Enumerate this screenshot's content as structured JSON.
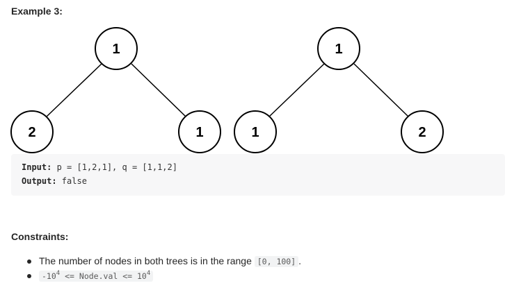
{
  "example": {
    "heading": "Example 3:"
  },
  "tree_p": {
    "root": "1",
    "left": "2",
    "right": "1"
  },
  "tree_q": {
    "root": "1",
    "left": "1",
    "right": "2"
  },
  "code": {
    "input_label": "Input:",
    "input_value": " p = [1,2,1], q = [1,1,2]",
    "output_label": "Output:",
    "output_value": " false"
  },
  "constraints": {
    "heading": "Constraints:",
    "item1_text": "The number of nodes in both trees is in the range ",
    "item1_code": "[0, 100]",
    "item1_suffix": ".",
    "item2_base1": "-10",
    "item2_exp1": "4",
    "item2_mid": " <= Node.val <= 10",
    "item2_exp2": "4"
  }
}
